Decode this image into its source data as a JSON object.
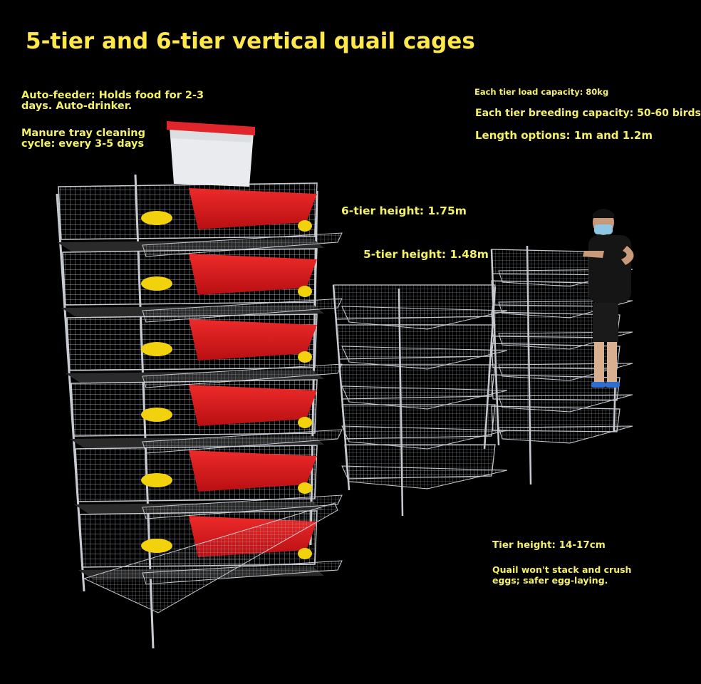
{
  "title": "5-tier and 6-tier vertical quail cages",
  "annotations": {
    "auto_feeder_line1": "Auto-feeder: Holds food for 2-3",
    "auto_feeder_line2": "days. Auto-drinker.",
    "manure_line1": "Manure tray cleaning",
    "manure_line2": "cycle: every 3-5 days",
    "load_capacity": "Each tier load capacity: 80kg",
    "breeding_capacity": "Each tier breeding capacity: 50-60 birds",
    "length_options": "Length options: 1m and 1.2m",
    "height_6_tier": "6-tier height: 1.75m",
    "height_5_tier": "5-tier height: 1.48m",
    "tier_height": "Tier height: 14-17cm",
    "quail_line1": "Quail won't stack and crush",
    "quail_line2": "eggs; safer egg-laying."
  },
  "colors": {
    "background": "#000000",
    "text": "#f3f06a",
    "feeder_trough": "#d9191c",
    "drinker": "#f2d20c",
    "wire": "#c8ccd2",
    "tray": "#2a2a2a"
  }
}
